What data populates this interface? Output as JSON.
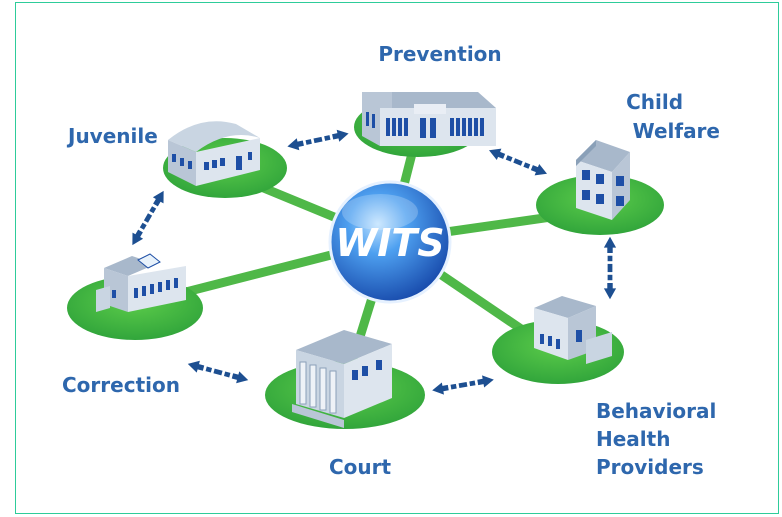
{
  "hub": {
    "label": "WITS"
  },
  "nodes": {
    "prevention": {
      "label": "Prevention"
    },
    "child_welfare": {
      "label_lines": [
        "Child",
        "Welfare"
      ]
    },
    "juvenile": {
      "label": "Juvenile"
    },
    "correction": {
      "label": "Correction"
    },
    "court": {
      "label": "Court"
    },
    "behavioral_health": {
      "label_lines": [
        "Behavioral",
        "Health",
        "Providers"
      ]
    }
  },
  "colors": {
    "frame": "#2ecc9a",
    "label": "#2e67ad",
    "ellipse": "#3cb43c",
    "connector": "#4fb848",
    "arrow": "#1d4f91",
    "hub": "#1f6fd1",
    "building_wall": "#cfd8e3",
    "building_roof": "#a8b8cb",
    "window": "#1e4fa6"
  },
  "icons": {
    "buildings": [
      "school-building-icon",
      "house-icon",
      "gym-building-icon",
      "office-building-icon",
      "courthouse-icon",
      "clinic-building-icon"
    ],
    "arrows": "double-headed-arrow-icon"
  }
}
